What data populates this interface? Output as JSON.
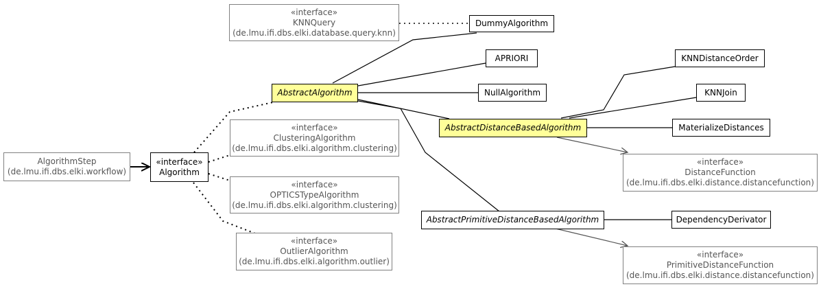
{
  "colors": {
    "highlight": "#ffff99",
    "external_border": "#808080",
    "external_text": "#555555",
    "line": "#000000"
  },
  "nodes": {
    "knnquery": {
      "stereo": "«interface»",
      "name": "KNNQuery",
      "pkg": "(de.lmu.ifi.dbs.elki.database.query.knn)"
    },
    "dummy": {
      "name": "DummyAlgorithm"
    },
    "apriori": {
      "name": "APRIORI"
    },
    "abstract_alg": {
      "name": "AbstractAlgorithm"
    },
    "null_alg": {
      "name": "NullAlgorithm"
    },
    "knn_order": {
      "name": "KNNDistanceOrder"
    },
    "knn_join": {
      "name": "KNNJoin"
    },
    "abs_dist": {
      "name": "AbstractDistanceBasedAlgorithm"
    },
    "materialize": {
      "name": "MaterializeDistances"
    },
    "clustering": {
      "stereo": "«interface»",
      "name": "ClusteringAlgorithm",
      "pkg": "(de.lmu.ifi.dbs.elki.algorithm.clustering)"
    },
    "alg_step": {
      "name": "AlgorithmStep",
      "pkg": "(de.lmu.ifi.dbs.elki.workflow)"
    },
    "algorithm": {
      "stereo": "«interface»",
      "name": "Algorithm"
    },
    "dist_func": {
      "stereo": "«interface»",
      "name": "DistanceFunction",
      "pkg": "(de.lmu.ifi.dbs.elki.distance.distancefunction)"
    },
    "optics": {
      "stereo": "«interface»",
      "name": "OPTICSTypeAlgorithm",
      "pkg": "(de.lmu.ifi.dbs.elki.algorithm.clustering)"
    },
    "abs_prim": {
      "name": "AbstractPrimitiveDistanceBasedAlgorithm"
    },
    "dep_deriv": {
      "name": "DependencyDerivator"
    },
    "outlier": {
      "stereo": "«interface»",
      "name": "OutlierAlgorithm",
      "pkg": "(de.lmu.ifi.dbs.elki.algorithm.outlier)"
    },
    "prim_dist_func": {
      "stereo": "«interface»",
      "name": "PrimitiveDistanceFunction",
      "pkg": "(de.lmu.ifi.dbs.elki.distance.distancefunction)"
    }
  }
}
